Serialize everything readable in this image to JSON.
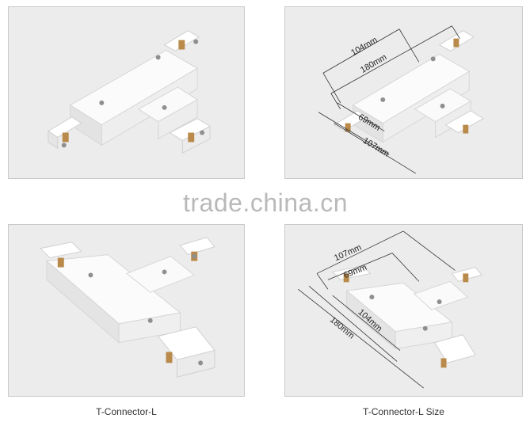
{
  "watermark": "trade.china.cn",
  "captions": {
    "left": "T-Connector-L",
    "right": "T-Connector-L Size"
  },
  "dimensions_top": {
    "d1": "104mm",
    "d2": "180mm",
    "d3": "69mm",
    "d4": "107mm"
  },
  "dimensions_bottom": {
    "d1": "107mm",
    "d2": "69mm",
    "d3": "104mm",
    "d4": "180mm"
  },
  "colors": {
    "panel_bg": "#ececec",
    "connector": "#f7f7f7",
    "contact": "#b98a4a",
    "screw": "#8f8f8f"
  }
}
